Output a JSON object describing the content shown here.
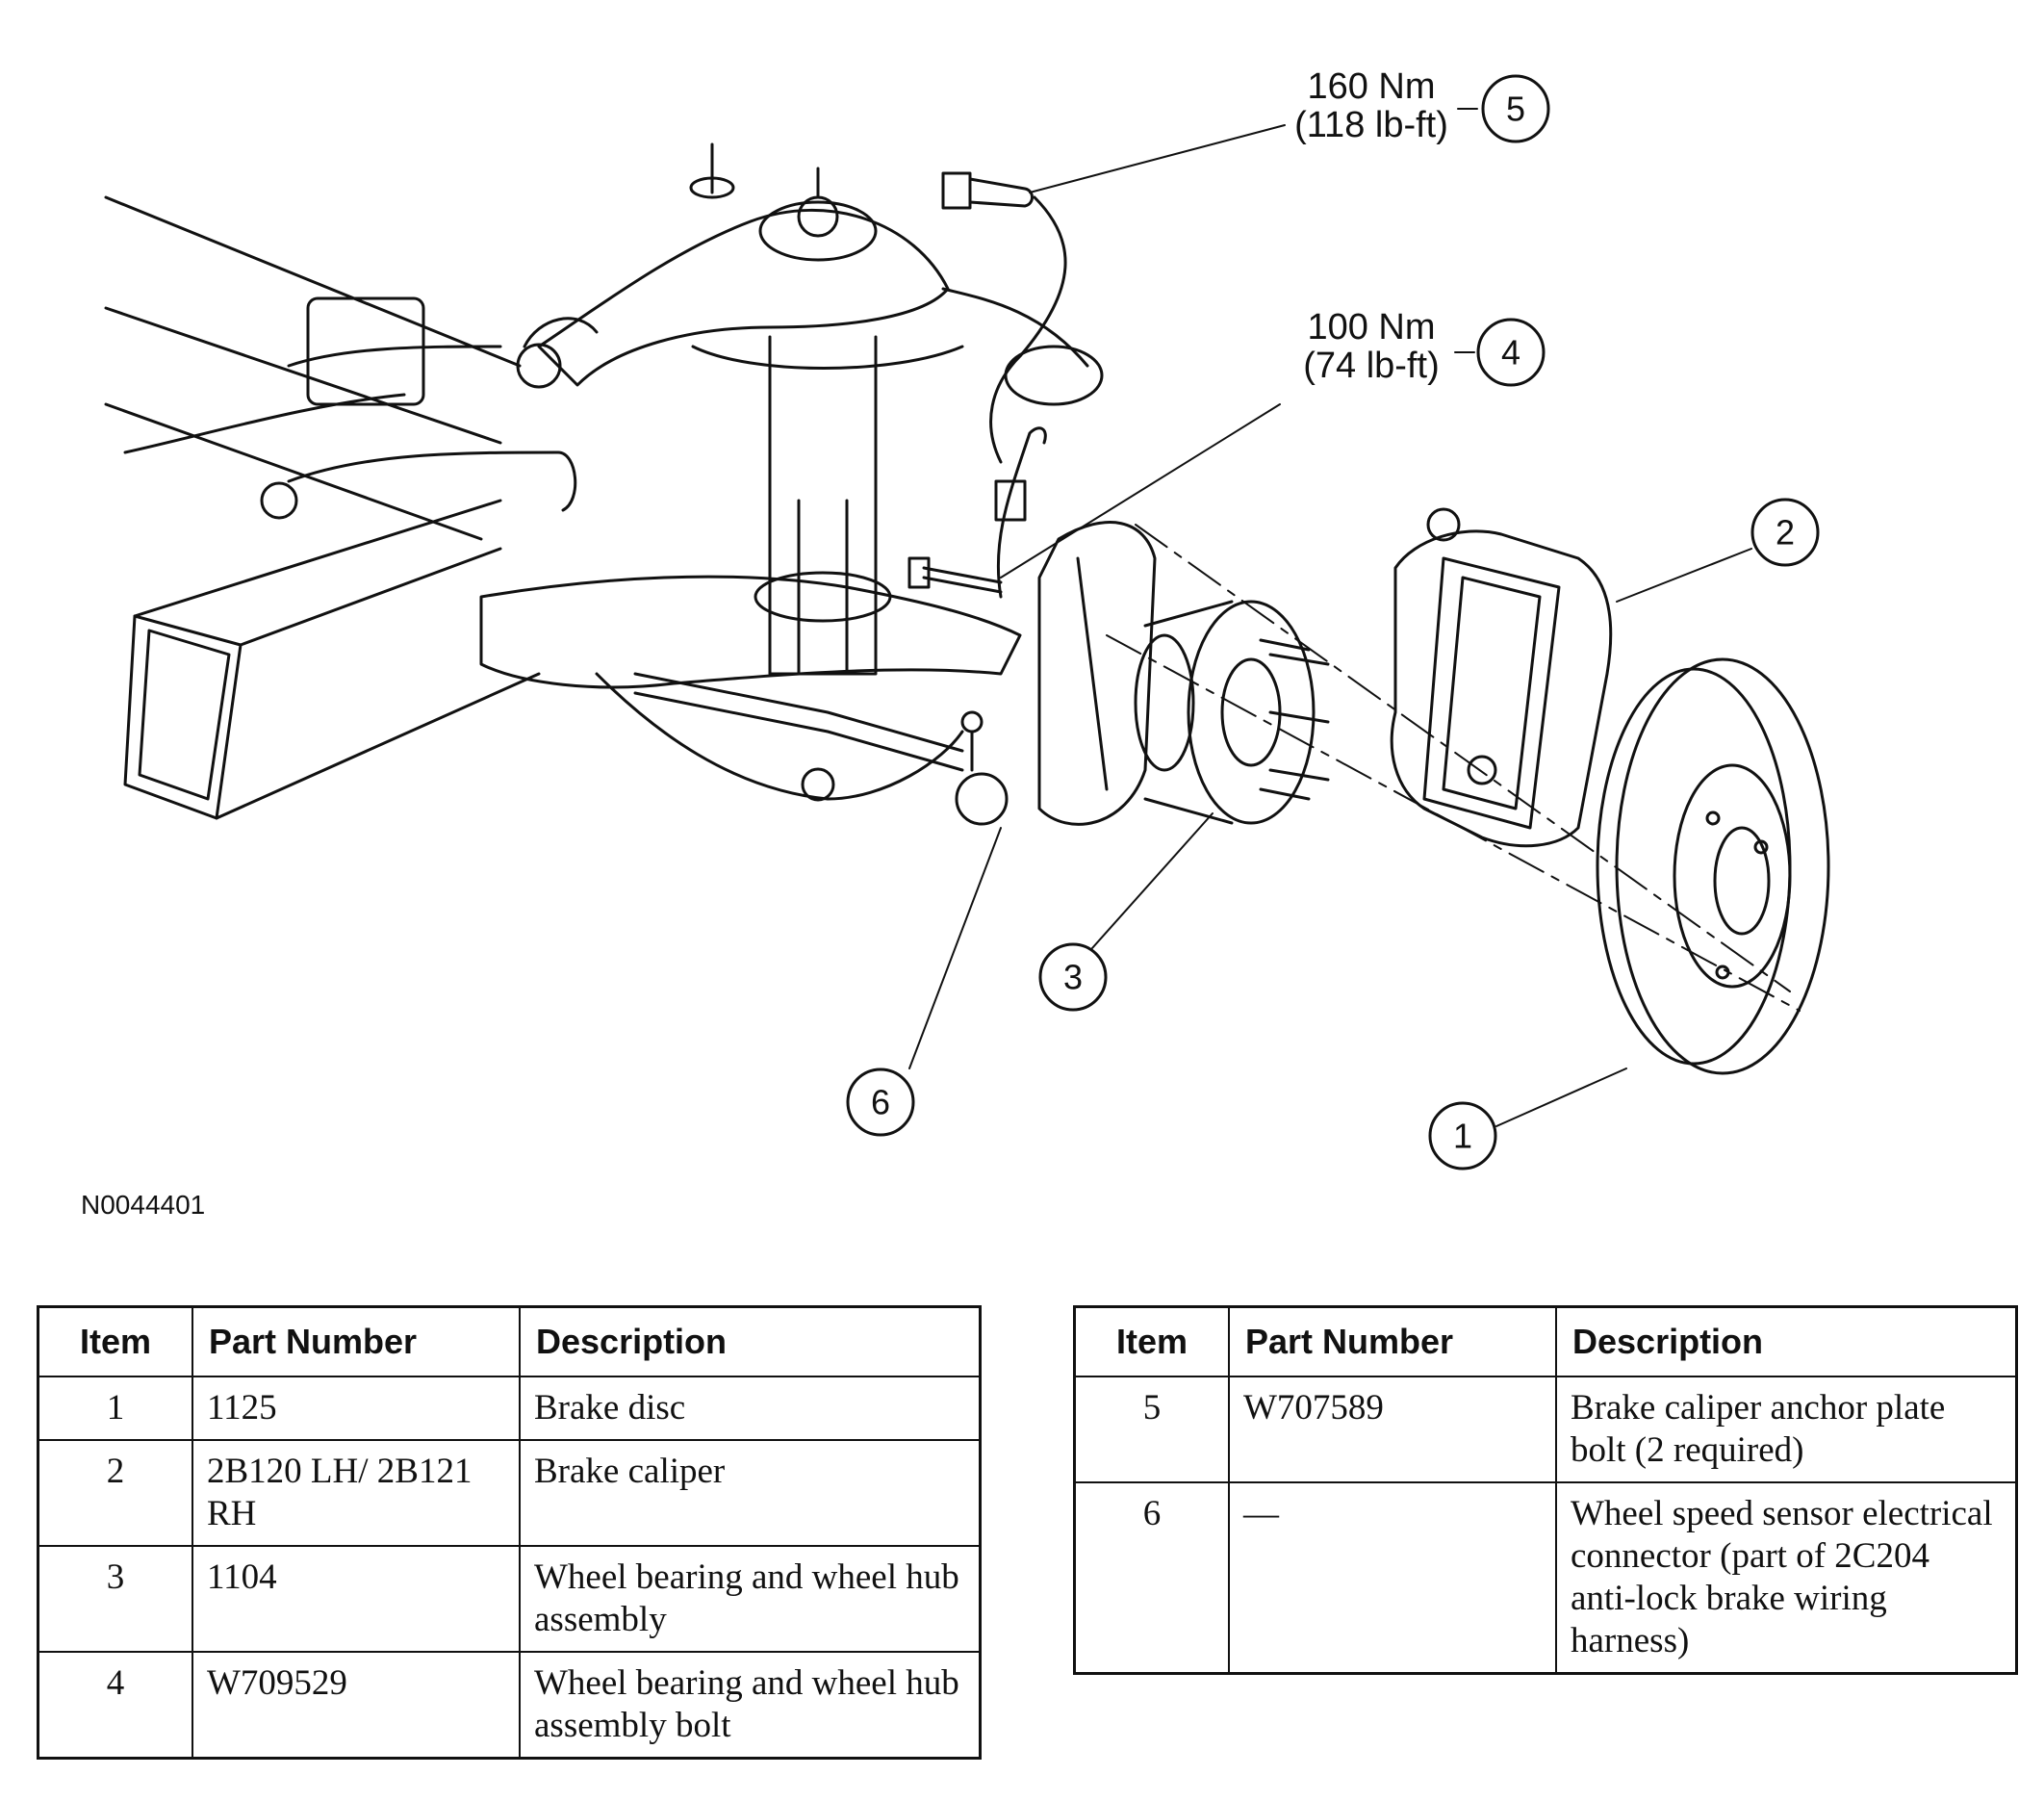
{
  "figure": {
    "id": "N0044401",
    "callouts": [
      {
        "number": "1"
      },
      {
        "number": "2"
      },
      {
        "number": "3"
      },
      {
        "number": "4",
        "torque_nm": "100 Nm",
        "torque_lbft": "(74 lb-ft)"
      },
      {
        "number": "5",
        "torque_nm": "160 Nm",
        "torque_lbft": "(118 lb-ft)"
      },
      {
        "number": "6"
      }
    ]
  },
  "table_headers": {
    "item": "Item",
    "part_number": "Part Number",
    "description": "Description"
  },
  "tables": [
    {
      "rows": [
        {
          "item": "1",
          "part_number": "1125",
          "description": "Brake disc"
        },
        {
          "item": "2",
          "part_number": "2B120 LH/ 2B121 RH",
          "description": "Brake caliper"
        },
        {
          "item": "3",
          "part_number": "1104",
          "description": "Wheel bearing and wheel hub assembly"
        },
        {
          "item": "4",
          "part_number": "W709529",
          "description": "Wheel bearing and wheel hub assembly bolt"
        }
      ]
    },
    {
      "rows": [
        {
          "item": "5",
          "part_number": "W707589",
          "description": "Brake caliper anchor plate bolt (2 required)"
        },
        {
          "item": "6",
          "part_number": "—",
          "description": "Wheel speed sensor electrical connector (part of 2C204 anti-lock brake wiring harness)"
        }
      ]
    }
  ]
}
